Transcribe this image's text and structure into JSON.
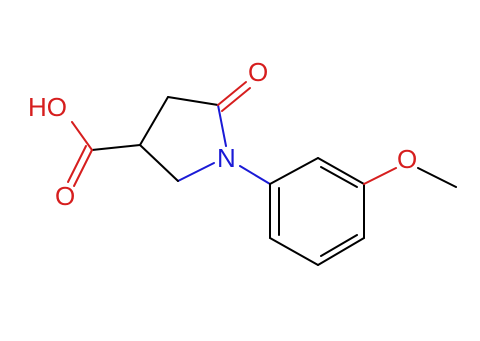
{
  "molecule": {
    "atom_labels": {
      "hydroxyl": "HO",
      "carboxyl_oxygen": "O",
      "ketone_oxygen": "O",
      "nitrogen": "N",
      "methoxy_oxygen": "O"
    },
    "colors": {
      "bond": "#000000",
      "oxygen": "#d61e1e",
      "nitrogen": "#1a1ad6"
    }
  }
}
